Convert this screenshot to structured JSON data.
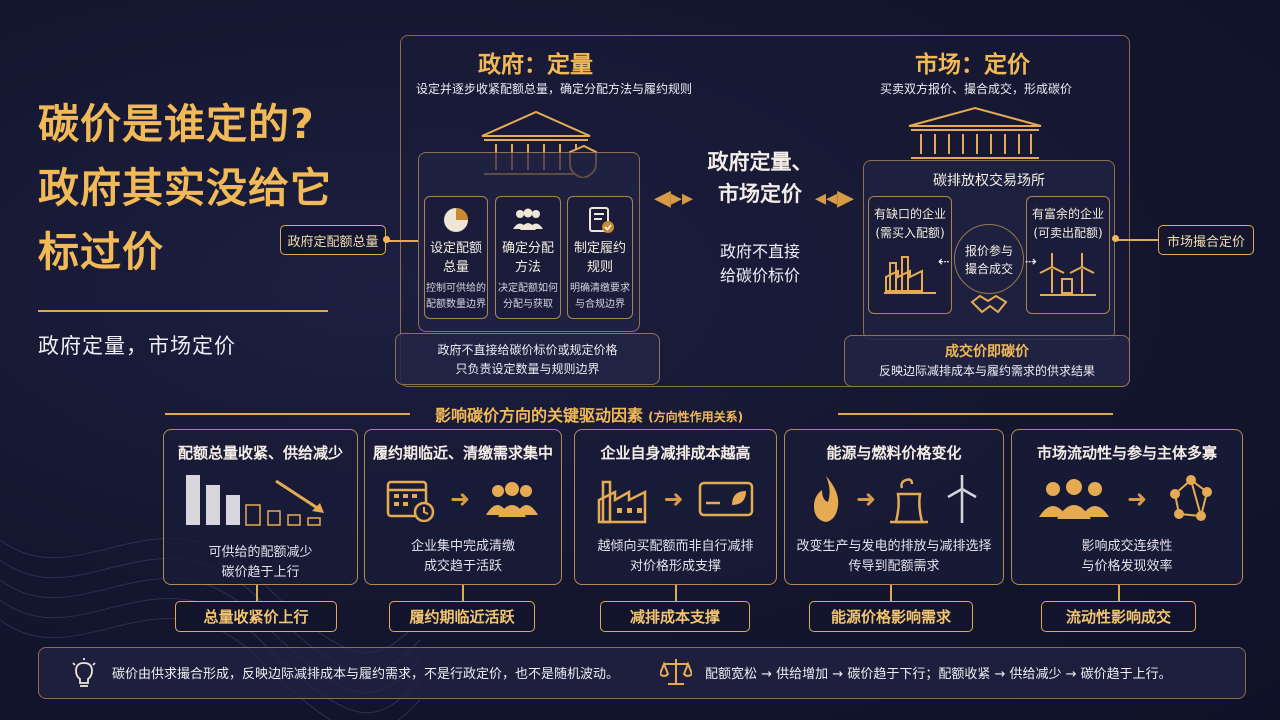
{
  "title": {
    "line1": "碳价是谁定的?",
    "line2": "政府其实没给它",
    "line3": "标过价",
    "subtitle": "政府定量，市场定价"
  },
  "government": {
    "heading": "政府：定量",
    "desc": "设定并逐步收紧配额总量，确定分配方法与履约规则",
    "side_label": "政府定配额总量",
    "tools": [
      {
        "name": "设定配额总量",
        "name_l1": "设定配额",
        "name_l2": "总量",
        "desc_l1": "控制可供给的",
        "desc_l2": "配额数量边界",
        "icon": "pie-chart-icon"
      },
      {
        "name": "确定分配方法",
        "name_l1": "确定分配",
        "name_l2": "方法",
        "desc_l1": "决定配额如何",
        "desc_l2": "分配与获取",
        "icon": "users-icon"
      },
      {
        "name": "制定履约规则",
        "name_l1": "制定履约",
        "name_l2": "规则",
        "desc_l1": "明确清缴要求",
        "desc_l2": "与合规边界",
        "icon": "document-check-icon"
      }
    ],
    "note_l1": "政府不直接给碳价标价或规定价格",
    "note_l2": "只负责设定数量与规则边界"
  },
  "center": {
    "headline_l1": "政府定量、",
    "headline_l2": "市场定价",
    "sub_l1": "政府不直接",
    "sub_l2": "给碳价标价"
  },
  "market": {
    "heading": "市场：定价",
    "desc": "买卖双方报价、撮合成交，形成碳价",
    "exchange": "碳排放权交易场所",
    "buyer_l1": "有缺口的企业",
    "buyer_l2": "(需买入配额)",
    "seller_l1": "有富余的企业",
    "seller_l2": "(可卖出配额)",
    "match_l1": "报价参与",
    "match_l2": "撮合成交",
    "side_label": "市场撮合定价",
    "result_title": "成交价即碳价",
    "result_desc": "反映边际减排成本与履约需求的供求结果"
  },
  "drivers": {
    "title": "影响碳价方向的关键驱动因素",
    "subtitle": "(方向性作用关系)",
    "items": [
      {
        "heading": "配额总量收紧、供给减少",
        "desc_l1": "可供给的配额减少",
        "desc_l2": "碳价趋于上行",
        "tag": "总量收紧价上行"
      },
      {
        "heading": "履约期临近、清缴需求集中",
        "desc_l1": "企业集中完成清缴",
        "desc_l2": "成交趋于活跃",
        "tag": "履约期临近活跃"
      },
      {
        "heading": "企业自身减排成本越高",
        "desc_l1": "越倾向买配额而非自行减排",
        "desc_l2": "对价格形成支撑",
        "tag": "减排成本支撑"
      },
      {
        "heading": "能源与燃料价格变化",
        "desc_l1": "改变生产与发电的排放与减排选择",
        "desc_l2": "传导到配额需求",
        "tag": "能源价格影响需求"
      },
      {
        "heading": "市场流动性与参与主体多寡",
        "desc_l1": "影响成交连续性",
        "desc_l2": "与价格发现效率",
        "tag": "流动性影响成交"
      }
    ]
  },
  "footer": {
    "left": "碳价由供求撮合形成，反映边际减排成本与履约需求，不是行政定价，也不是随机波动。",
    "right": "配额宽松 → 供给增加 → 碳价趋于下行；配额收紧 → 供给减少 → 碳价趋于上行。"
  },
  "colors": {
    "accent": "#f0b85a",
    "background": "#14162f",
    "border": "#e0aa55"
  }
}
